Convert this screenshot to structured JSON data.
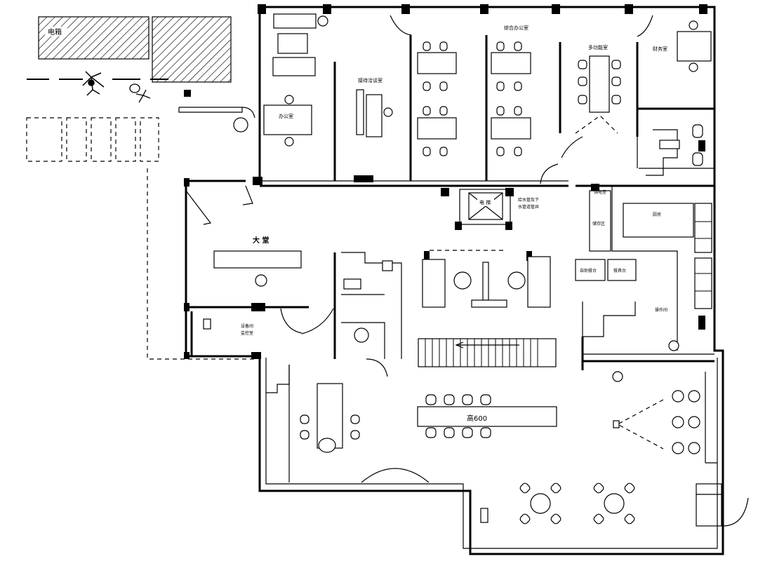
{
  "labels": {
    "road": "电箱",
    "office_manager": "办公室",
    "reception_room": "接待洽谈室",
    "open_office": "综合办公室",
    "meeting_room": "多功能室",
    "finance_room": "财务室",
    "lobby": "大 堂",
    "elevator": "电 梯",
    "pipe_well": "给水管及下水管道管井",
    "power_room": "强电室",
    "storage": "储存区",
    "kitchen": "厨房",
    "self_service": "自助餐台",
    "tools_counter": "餐具台",
    "operation_room": "操作间",
    "equipment_room": "设备间\n监控室",
    "bar_height": "高600"
  }
}
